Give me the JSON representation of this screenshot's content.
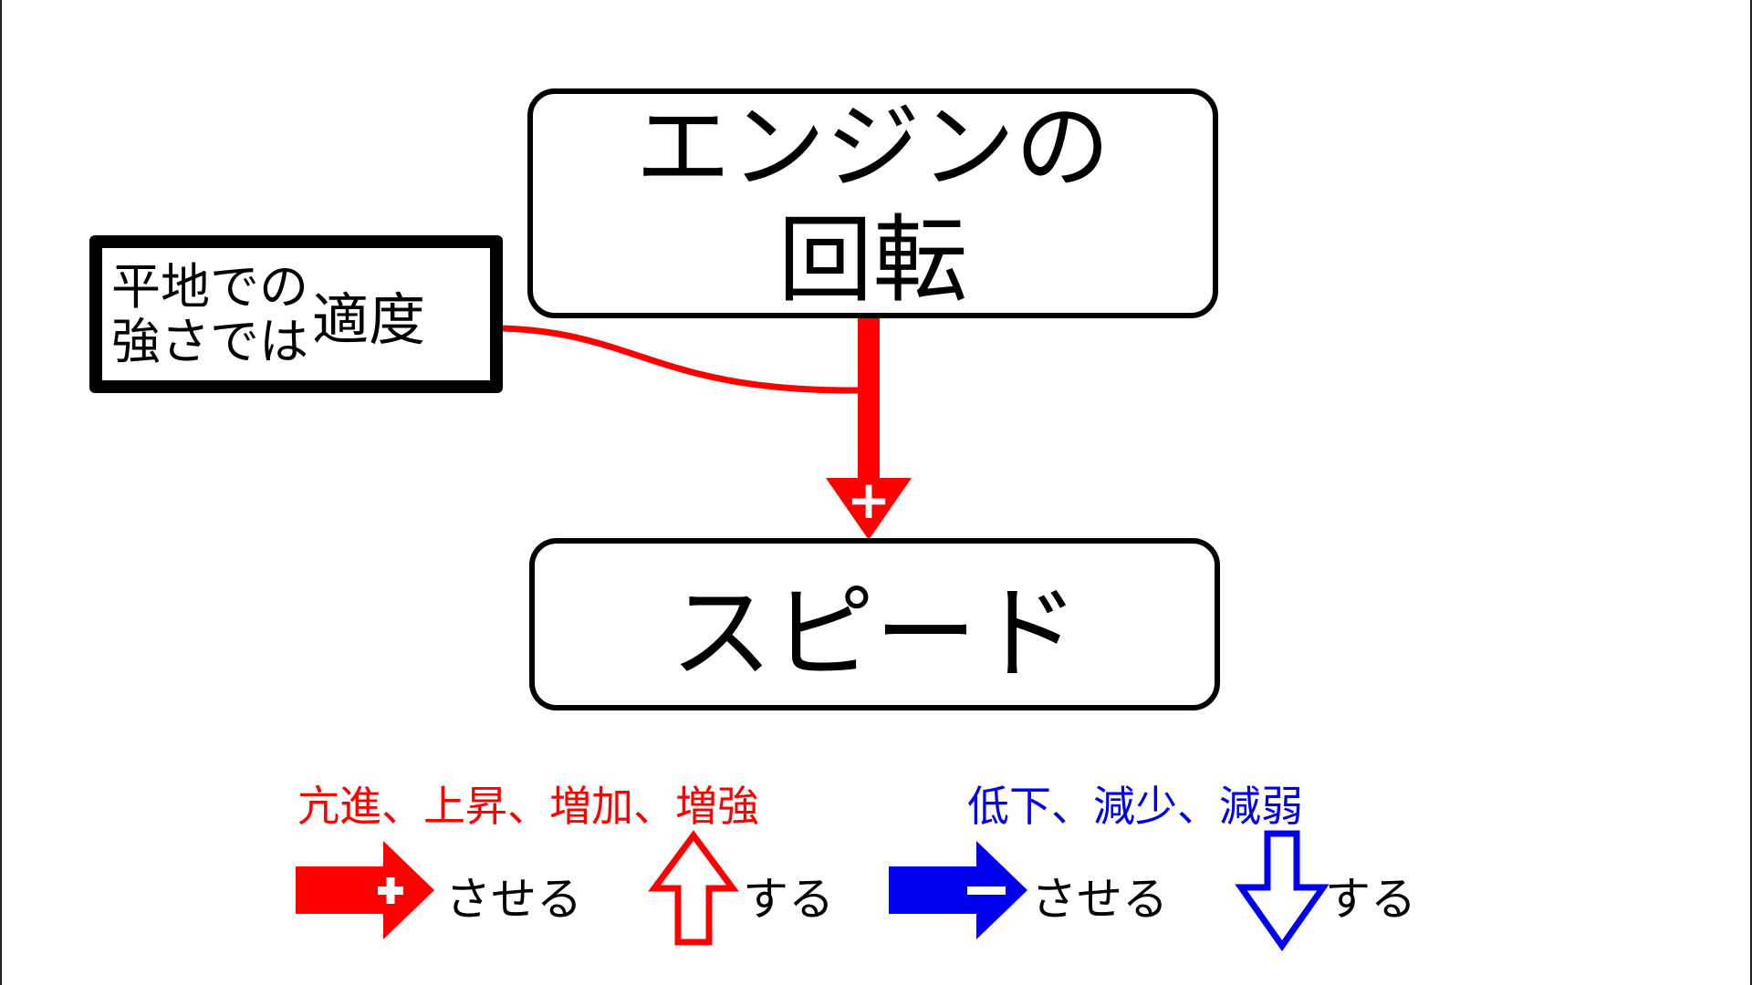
{
  "nodes": {
    "engine": {
      "line1": "エンジンの",
      "line2": "回転"
    },
    "speed": {
      "label": "スピード"
    }
  },
  "condition": {
    "line1": "平地での",
    "line2": "強さでは",
    "tail": "適度"
  },
  "link": {
    "sign": "+"
  },
  "legend": {
    "increase_header": "亢進、上昇、増加、増強",
    "decrease_header": "低下、減少、減弱",
    "cause_increase": "させる",
    "become_increase": "する",
    "cause_decrease": "させる",
    "become_decrease": "する"
  },
  "colors": {
    "increase": "#ff0000",
    "decrease": "#0000ee",
    "border": "#000000"
  }
}
